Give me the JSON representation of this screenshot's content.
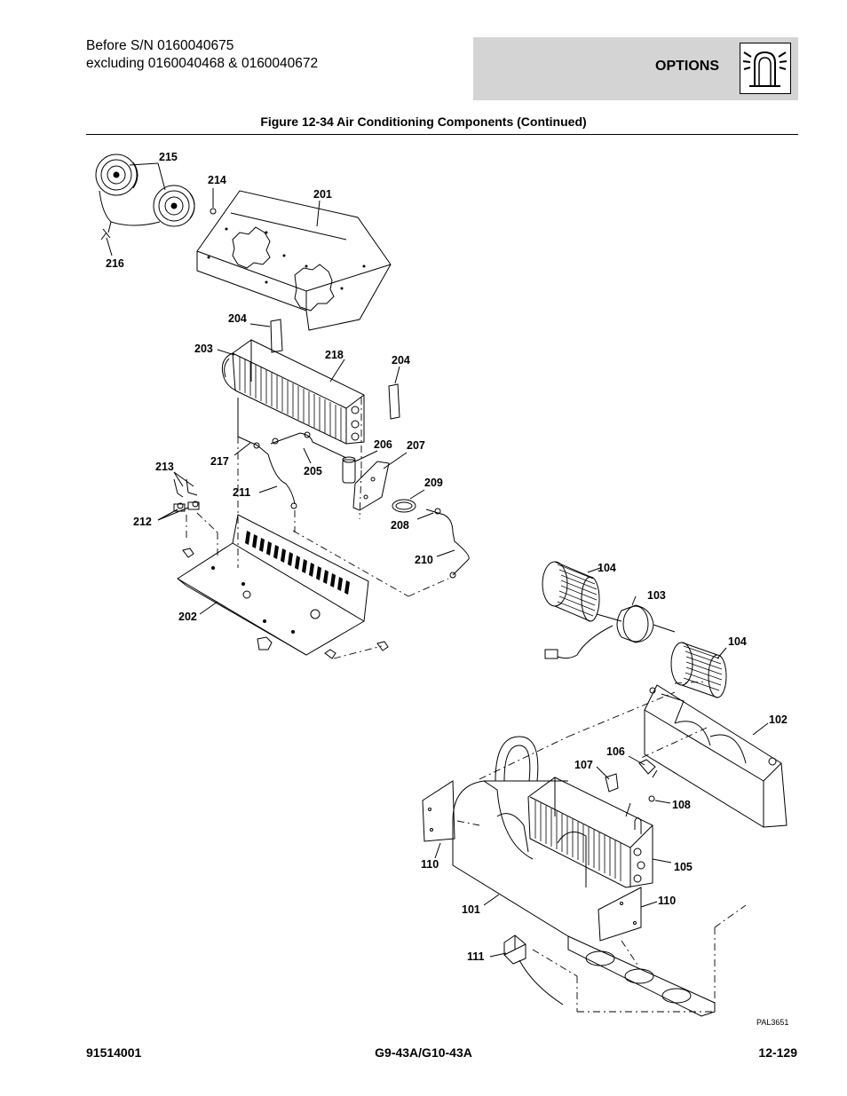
{
  "header": {
    "line1": "Before S/N 0160040675",
    "line2": "excluding 0160040468 & 0160040672",
    "section": "OPTIONS",
    "section_icon": "beacon-light-icon"
  },
  "figure": {
    "title": "Figure 12-34 Air Conditioning Components (Continued)",
    "drawing_id": "PAL3651"
  },
  "callouts": {
    "c215": "215",
    "c214": "214",
    "c201": "201",
    "c216": "216",
    "c204a": "204",
    "c203": "203",
    "c218": "218",
    "c204b": "204",
    "c206": "206",
    "c207": "207",
    "c217": "217",
    "c205": "205",
    "c213": "213",
    "c211": "211",
    "c209": "209",
    "c212": "212",
    "c208": "208",
    "c210": "210",
    "c202": "202",
    "c104a": "104",
    "c103": "103",
    "c104b": "104",
    "c102": "102",
    "c106": "106",
    "c107": "107",
    "c108": "108",
    "c110a": "110",
    "c105": "105",
    "c110b": "110",
    "c101": "101",
    "c111": "111"
  },
  "footer": {
    "part_number": "91514001",
    "model": "G9-43A/G10-43A",
    "page": "12-129"
  }
}
